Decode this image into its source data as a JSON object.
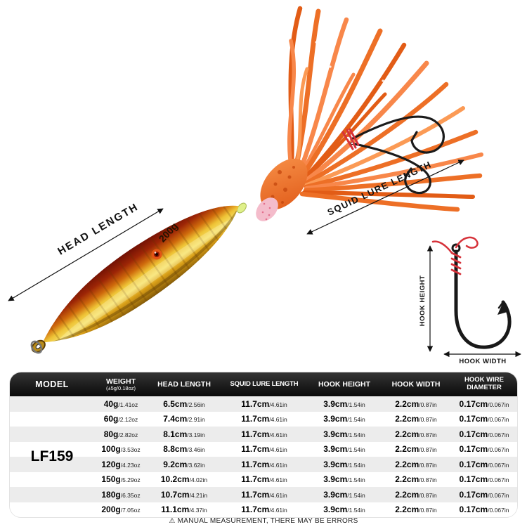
{
  "photo": {
    "lure_weight_label": "200g",
    "labels": {
      "head_length": "HEAD LENGTH",
      "squid_lure_length": "SQUID LURE LENGTH",
      "hook_height": "HOOK HEIGHT",
      "hook_width": "HOOK WIDTH"
    }
  },
  "table": {
    "model": "LF159",
    "headers": {
      "model": "MODEL",
      "weight": "WEIGHT",
      "weight_sub": "(±5g/0.18oz)",
      "head_length": "HEAD LENGTH",
      "squid_lure_length": "SQUID LURE LENGTH",
      "hook_height": "HOOK HEIGHT",
      "hook_width": "HOOK WIDTH",
      "hook_wire_diameter": "HOOK WIRE DIAMETER"
    },
    "rows": [
      {
        "weight": "40g",
        "weight_alt": "/1.41oz",
        "head_length": "6.5cm",
        "head_length_alt": "/2.56in",
        "squid_lure_length": "11.7cm",
        "squid_lure_length_alt": "/4.61in",
        "hook_height": "3.9cm",
        "hook_height_alt": "/1.54in",
        "hook_width": "2.2cm",
        "hook_width_alt": "/0.87in",
        "hook_wire_diameter": "0.17cm",
        "hook_wire_diameter_alt": "/0.067in"
      },
      {
        "weight": "60g",
        "weight_alt": "/2.12oz",
        "head_length": "7.4cm",
        "head_length_alt": "/2.91in",
        "squid_lure_length": "11.7cm",
        "squid_lure_length_alt": "/4.61in",
        "hook_height": "3.9cm",
        "hook_height_alt": "/1.54in",
        "hook_width": "2.2cm",
        "hook_width_alt": "/0.87in",
        "hook_wire_diameter": "0.17cm",
        "hook_wire_diameter_alt": "/0.067in"
      },
      {
        "weight": "80g",
        "weight_alt": "/2.82oz",
        "head_length": "8.1cm",
        "head_length_alt": "/3.19in",
        "squid_lure_length": "11.7cm",
        "squid_lure_length_alt": "/4.61in",
        "hook_height": "3.9cm",
        "hook_height_alt": "/1.54in",
        "hook_width": "2.2cm",
        "hook_width_alt": "/0.87in",
        "hook_wire_diameter": "0.17cm",
        "hook_wire_diameter_alt": "/0.067in"
      },
      {
        "weight": "100g",
        "weight_alt": "/3.53oz",
        "head_length": "8.8cm",
        "head_length_alt": "/3.46in",
        "squid_lure_length": "11.7cm",
        "squid_lure_length_alt": "/4.61in",
        "hook_height": "3.9cm",
        "hook_height_alt": "/1.54in",
        "hook_width": "2.2cm",
        "hook_width_alt": "/0.87in",
        "hook_wire_diameter": "0.17cm",
        "hook_wire_diameter_alt": "/0.067in"
      },
      {
        "weight": "120g",
        "weight_alt": "/4.23oz",
        "head_length": "9.2cm",
        "head_length_alt": "/3.62in",
        "squid_lure_length": "11.7cm",
        "squid_lure_length_alt": "/4.61in",
        "hook_height": "3.9cm",
        "hook_height_alt": "/1.54in",
        "hook_width": "2.2cm",
        "hook_width_alt": "/0.87in",
        "hook_wire_diameter": "0.17cm",
        "hook_wire_diameter_alt": "/0.067in"
      },
      {
        "weight": "150g",
        "weight_alt": "/5.29oz",
        "head_length": "10.2cm",
        "head_length_alt": "/4.02in",
        "squid_lure_length": "11.7cm",
        "squid_lure_length_alt": "/4.61in",
        "hook_height": "3.9cm",
        "hook_height_alt": "/1.54in",
        "hook_width": "2.2cm",
        "hook_width_alt": "/0.87in",
        "hook_wire_diameter": "0.17cm",
        "hook_wire_diameter_alt": "/0.067in"
      },
      {
        "weight": "180g",
        "weight_alt": "/6.35oz",
        "head_length": "10.7cm",
        "head_length_alt": "/4.21in",
        "squid_lure_length": "11.7cm",
        "squid_lure_length_alt": "/4.61in",
        "hook_height": "3.9cm",
        "hook_height_alt": "/1.54in",
        "hook_width": "2.2cm",
        "hook_width_alt": "/0.87in",
        "hook_wire_diameter": "0.17cm",
        "hook_wire_diameter_alt": "/0.067in"
      },
      {
        "weight": "200g",
        "weight_alt": "/7.05oz",
        "head_length": "11.1cm",
        "head_length_alt": "/4.37in",
        "squid_lure_length": "11.7cm",
        "squid_lure_length_alt": "/4.61in",
        "hook_height": "3.9cm",
        "hook_height_alt": "/1.54in",
        "hook_width": "2.2cm",
        "hook_width_alt": "/0.87in",
        "hook_wire_diameter": "0.17cm",
        "hook_wire_diameter_alt": "/0.067in"
      }
    ]
  },
  "footer": {
    "icon": "⚠",
    "note": "MANUAL MEASUREMENT, THERE MAY BE ERRORS"
  },
  "colors": {
    "skirt_orange": "#ed6f26",
    "jig_gold": "#eec336",
    "jig_red": "#8a1505",
    "thread_red": "#d6323a",
    "header_bg": "#111111",
    "row_stripe": "#ececec"
  }
}
